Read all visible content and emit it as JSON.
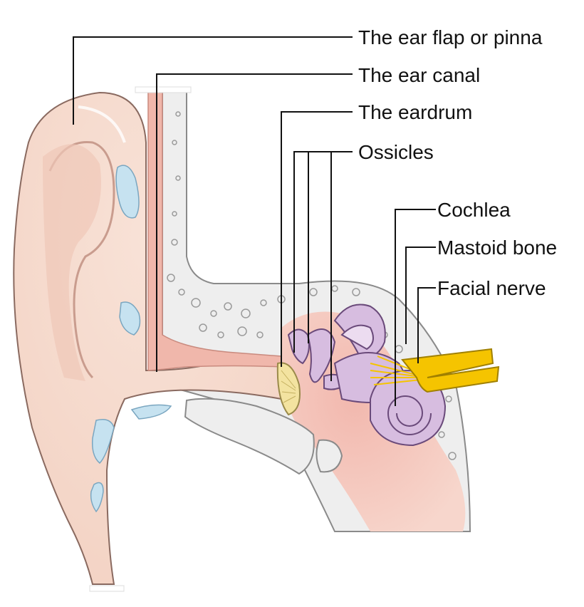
{
  "diagram": {
    "labels": {
      "pinna": "The ear flap or pinna",
      "ear_canal": "The ear canal",
      "eardrum": "The eardrum",
      "ossicles": "Ossicles",
      "cochlea": "Cochlea",
      "mastoid_bone": "Mastoid bone",
      "facial_nerve": "Facial nerve"
    },
    "colors": {
      "skin": "#f6dcd0",
      "skin_dark": "#e8b8a6",
      "canal_pink": "#ef9e94",
      "bone": "#eeeeee",
      "cartilage_blue": "#c6e2f0",
      "inner_ear_purple": "#d7bde0",
      "nerve_yellow": "#f5c400",
      "eardrum_yellow": "#f3e3a0",
      "line": "#111111"
    }
  }
}
